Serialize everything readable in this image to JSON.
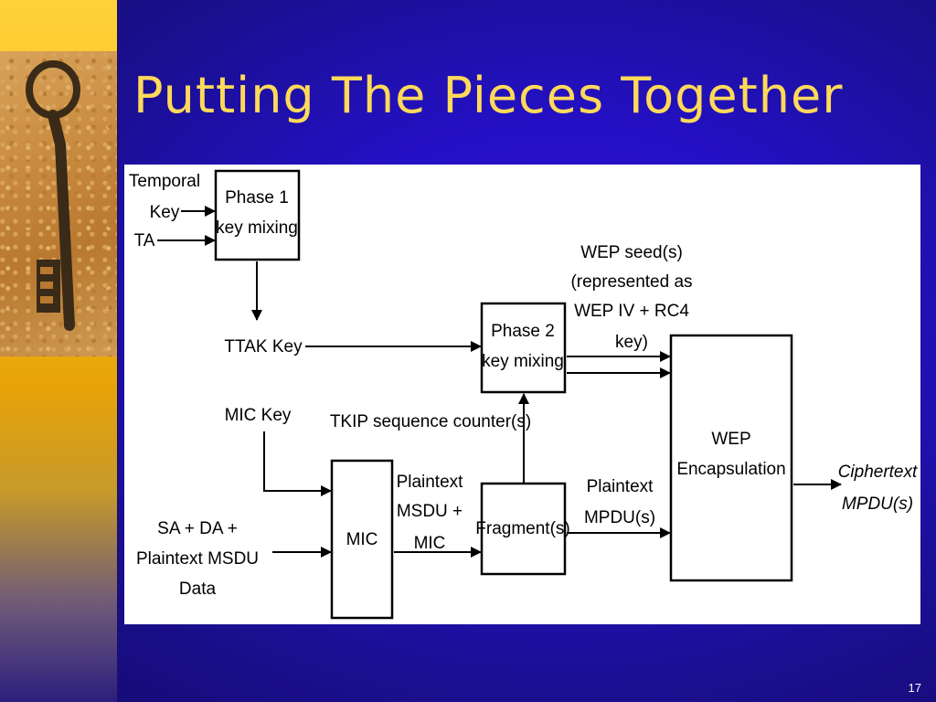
{
  "slide": {
    "title": "Putting The Pieces Together",
    "page_number": "17"
  },
  "diagram": {
    "inputs": {
      "temporal_key_line1": "Temporal",
      "temporal_key_line2": "Key",
      "ta": "TA",
      "ttak_key": "TTAK Key",
      "mic_key": "MIC Key",
      "sa_da_line1": "SA + DA +",
      "sa_da_line2": "Plaintext MSDU",
      "sa_da_line3": "Data",
      "tkip_counter": "TKIP sequence counter(s)"
    },
    "boxes": {
      "phase1_line1": "Phase 1",
      "phase1_line2": "key mixing",
      "phase2_line1": "Phase 2",
      "phase2_line2": "key mixing",
      "mic": "MIC",
      "fragment": "Fragment(s)",
      "wep_line1": "WEP",
      "wep_line2": "Encapsulation"
    },
    "flows": {
      "wep_seed_line1": "WEP seed(s)",
      "wep_seed_line2": "(represented as",
      "wep_seed_line3": "WEP IV + RC4",
      "wep_seed_line4": "key)",
      "plain_msdu_line1": "Plaintext",
      "plain_msdu_line2": "MSDU +",
      "plain_msdu_line3": "MIC",
      "plain_mpdu_line1": "Plaintext",
      "plain_mpdu_line2": "MPDU(s)",
      "cipher_line1": "Ciphertext",
      "cipher_line2": "MPDU(s)"
    }
  },
  "icons": {
    "photo": "old-key-photo"
  }
}
